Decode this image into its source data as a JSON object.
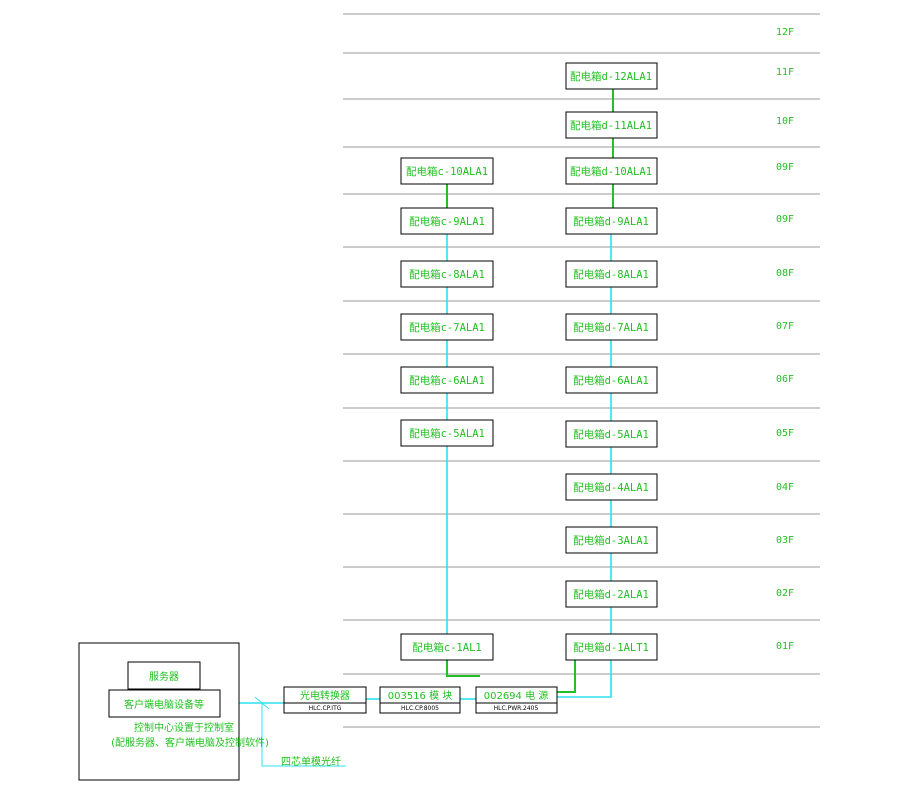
{
  "floors": [
    "12F",
    "11F",
    "10F",
    "09F",
    "09F",
    "08F",
    "07F",
    "06F",
    "05F",
    "04F",
    "03F",
    "02F",
    "01F"
  ],
  "col_c": [
    "配电箱c-10ALA1",
    "配电箱c-9ALA1",
    "配电箱c-8ALA1",
    "配电箱c-7ALA1",
    "配电箱c-6ALA1",
    "配电箱c-5ALA1",
    "配电箱c-1AL1"
  ],
  "col_d": [
    "配电箱d-12ALA1",
    "配电箱d-11ALA1",
    "配电箱d-10ALA1",
    "配电箱d-9ALA1",
    "配电箱d-8ALA1",
    "配电箱d-7ALA1",
    "配电箱d-6ALA1",
    "配电箱d-5ALA1",
    "配电箱d-4ALA1",
    "配电箱d-3ALA1",
    "配电箱d-2ALA1",
    "配电箱d-1ALT1"
  ],
  "equipment": [
    {
      "label": "光电转换器",
      "model": "HLC.CP.ITG"
    },
    {
      "label": "003516  模 块",
      "model": "HLC.CP.8005"
    },
    {
      "label": "002694  电 源",
      "model": "HLC.PWR.2405"
    }
  ],
  "control_room": {
    "server": "服务器",
    "client": "客户端电脑设备等",
    "caption1": "控制中心设置于控制室",
    "caption2": "(配服务器、客户端电脑及控制软件)"
  },
  "fiber_label": "四芯单模光纤",
  "colors": {
    "cyan_wire": "#2ee0ee",
    "green_wire": "#22c022",
    "text_green": "#22c022"
  }
}
